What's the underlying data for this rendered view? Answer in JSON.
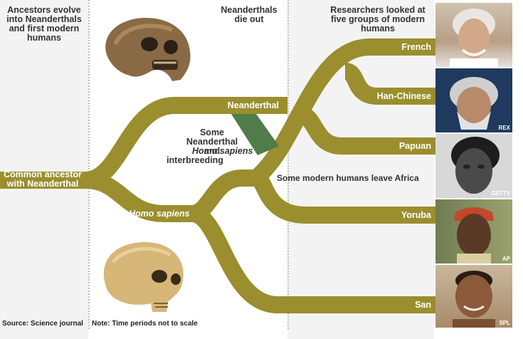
{
  "headers": {
    "col1": "Ancestors evolve into Neanderthals and first modern humans",
    "col2": "Neanderthals die out",
    "col3": "Researchers looked at five groups of modern humans"
  },
  "labels": {
    "common_ancestor": "Common ancestor with Neanderthal",
    "neanderthal": "Neanderthal",
    "homo_sapiens": "Homo sapiens",
    "interbreeding_pre": "Some Neanderthal and",
    "interbreeding_italic": "Homo sapiens",
    "interbreeding_post": "interbreeding",
    "leave_africa": "Some modern humans leave Africa",
    "french": "French",
    "han_chinese": "Han-Chinese",
    "papuan": "Papuan",
    "yoruba": "Yoruba",
    "san": "San"
  },
  "footer": {
    "source": "Source: Science journal",
    "note": "Note: Time periods not to scale"
  },
  "credits": {
    "han": "REX",
    "papuan": "GETTY",
    "yoruba": "AP",
    "san": "SPL"
  },
  "colors": {
    "branch": "#9a8e2e",
    "interbreed": "#4f7c4a"
  }
}
